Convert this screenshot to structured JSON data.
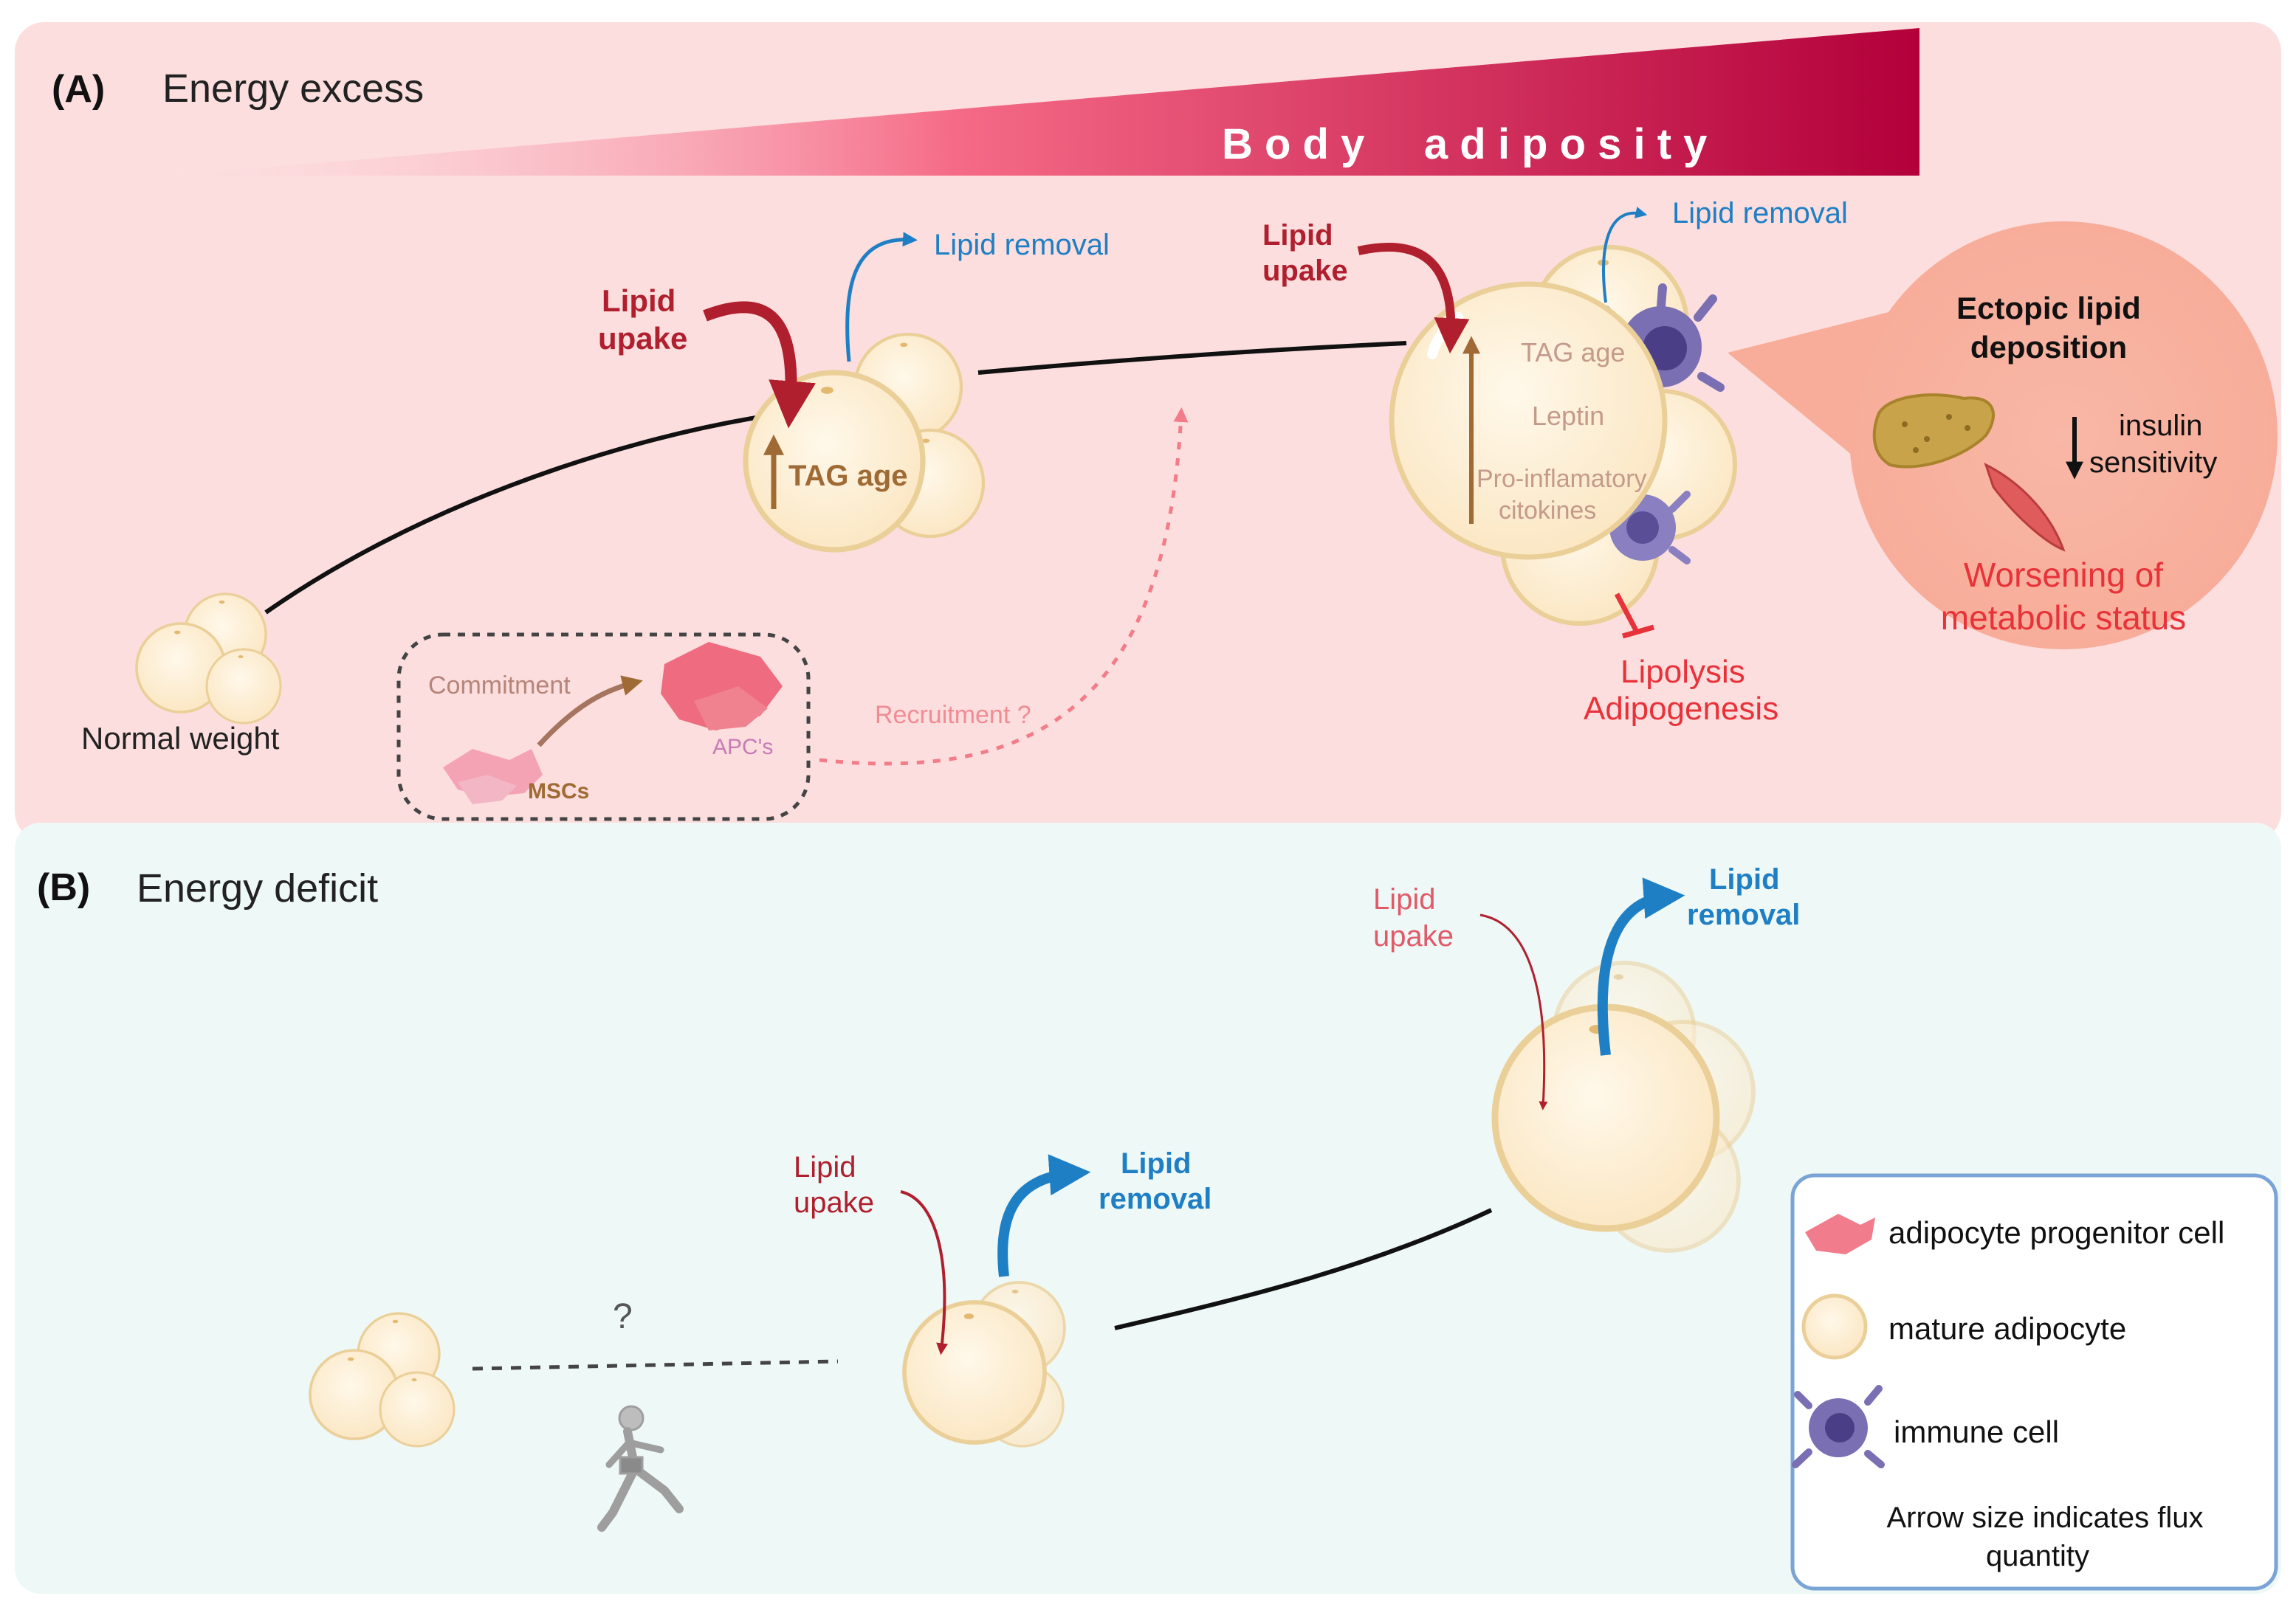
{
  "panel_a": {
    "letter": "(A)",
    "title": "Energy excess",
    "gradient_label": "B o d y     a d i p o s i t y",
    "normal_weight": "Normal weight",
    "stage1": {
      "uptake": [
        "Lipid",
        "upake"
      ],
      "removal": "Lipid removal",
      "tag": "TAG age"
    },
    "stage2": {
      "uptake": [
        "Lipid",
        "upake"
      ],
      "removal": "Lipid removal",
      "tag": "TAG age",
      "leptin": "Leptin",
      "cytokines": [
        "Pro-inflamatory",
        "citokines"
      ],
      "inhibit": [
        "Lipolysis",
        "Adipogenesis"
      ]
    },
    "progenitors": {
      "commitment": "Commitment",
      "apc": "APC's",
      "msc": "MSCs",
      "recruitment": "Recruitment ?"
    },
    "ectopic": {
      "title": [
        "Ectopic lipid",
        "deposition"
      ],
      "insulin": [
        "insulin",
        "sensitivity"
      ],
      "worsening": [
        "Worsening of",
        "metabolic status"
      ]
    }
  },
  "panel_b": {
    "letter": "(B)",
    "title": "Energy deficit",
    "question": "?",
    "stage1": {
      "uptake": [
        "Lipid",
        "upake"
      ],
      "removal": [
        "Lipid",
        "removal"
      ]
    },
    "stage2": {
      "uptake": [
        "Lipid",
        "upake"
      ],
      "removal": [
        "Lipid",
        "removal"
      ]
    }
  },
  "legend": {
    "items": [
      {
        "label": "adipocyte progenitor cell",
        "icon": "progenitor-cell-icon"
      },
      {
        "label": "mature adipocyte",
        "icon": "adipocyte-icon"
      },
      {
        "label": "immune cell",
        "icon": "immune-cell-icon"
      }
    ],
    "note": [
      "Arrow size indicates flux",
      "quantity"
    ]
  },
  "colors": {
    "panel_a_bg": "#fcdede",
    "panel_b_bg": "#eef8f6",
    "uptake_red": "#b01f2e",
    "removal_blue": "#1f7fc4",
    "inhibit_red": "#e8323a",
    "cell_fill": "#fdefd6",
    "cell_stroke": "#ebcf98",
    "tag_brown": "#a06a35",
    "gradient_end": "#b3003a"
  }
}
